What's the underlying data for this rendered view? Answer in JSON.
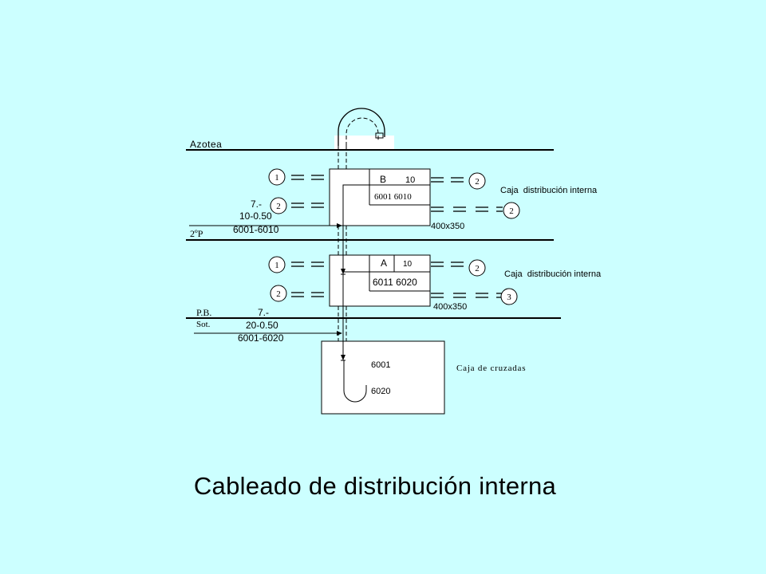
{
  "floors": {
    "roof": "Azotea",
    "second": "2ºP",
    "ground": "P.B.",
    "basement": "Sot."
  },
  "boxes": {
    "upper": {
      "letter": "B",
      "count": "10",
      "range": "6001 6010",
      "size": "400x350",
      "caption": "Caja  distribución interna"
    },
    "lower": {
      "letter": "A",
      "count": "10",
      "range": "6011 6020",
      "size": "400x350",
      "caption": "Caja  distribución interna"
    }
  },
  "cables": {
    "upper": {
      "line1": "7.-",
      "line2": "10-0.50",
      "line3": "6001-6010"
    },
    "lower": {
      "line1": "7.-",
      "line2": "20-0.50",
      "line3": "6001-6020"
    }
  },
  "circles": {
    "upper_left_1": "1",
    "upper_left_2": "2",
    "upper_right_1": "2",
    "upper_right_2": "2",
    "lower_left_1": "1",
    "lower_left_2": "2",
    "lower_right_1": "2",
    "lower_right_2": "3"
  },
  "cross_box": {
    "caption": "Caja de cruzadas",
    "start": "6001",
    "end": "6020"
  },
  "title": "Cableado de distribución interna"
}
